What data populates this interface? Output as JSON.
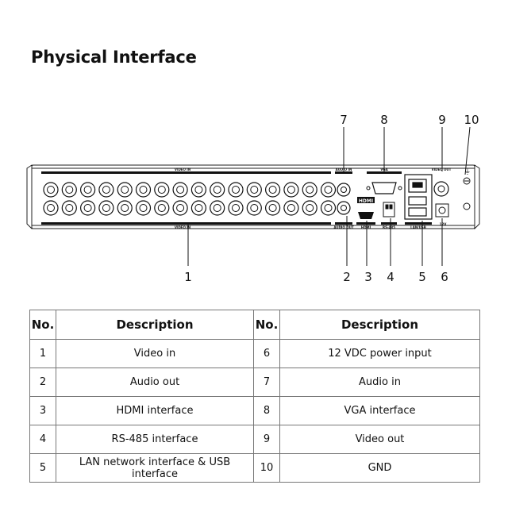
{
  "title": "Physical Interface",
  "callouts": [
    "1",
    "2",
    "3",
    "4",
    "5",
    "6",
    "7",
    "8",
    "9",
    "10"
  ],
  "panel_labels": {
    "video_in_top": "VIDEO IN",
    "video_in_bottom": "VIDEO IN",
    "audio_in": "AUDIO IN",
    "audio_out": "AUDIO OUT",
    "vga": "VGA",
    "hdmi_port": "HDMI",
    "hdmi_label": "HDMI",
    "rs485": "RS-485",
    "lan_usb": "LAN/USB",
    "video_out": "VIDEO OUT",
    "power": "12V",
    "ground": "⏚"
  },
  "table": {
    "headers": [
      "No.",
      "Description",
      "No.",
      "Description"
    ],
    "rows": [
      [
        "1",
        "Video in",
        "6",
        "12 VDC power input"
      ],
      [
        "2",
        "Audio out",
        "7",
        "Audio in"
      ],
      [
        "3",
        "HDMI interface",
        "8",
        "VGA interface"
      ],
      [
        "4",
        "RS-485 interface",
        "9",
        "Video out"
      ],
      [
        "5",
        "LAN network interface & USB interface",
        "10",
        "GND"
      ]
    ]
  }
}
